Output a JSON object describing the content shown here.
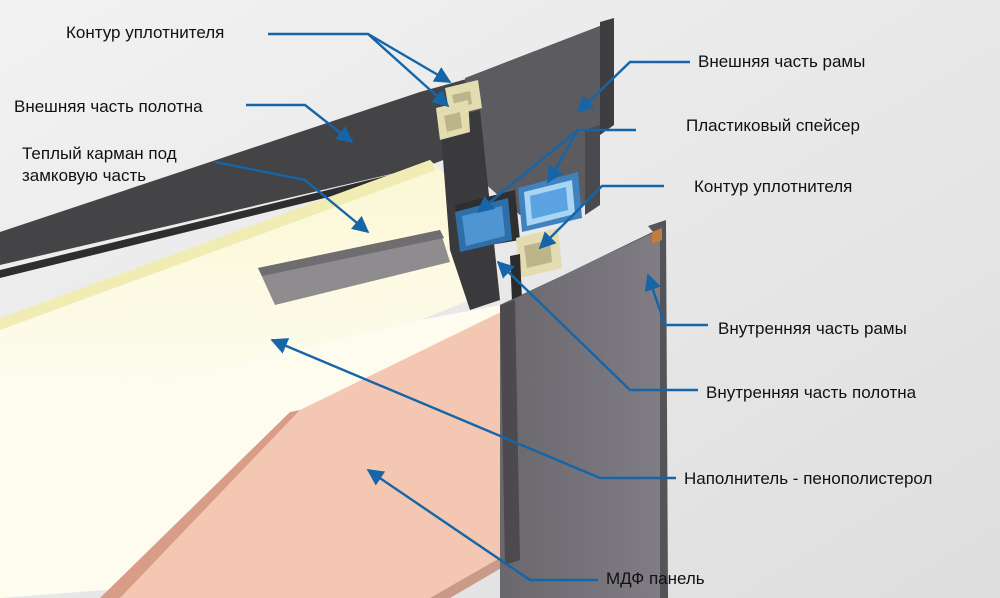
{
  "labels": {
    "seal_contour_top": "Контур уплотнителя",
    "outer_leaf": "Внешняя часть полотна",
    "warm_pocket_line1": "Теплый карман под",
    "warm_pocket_line2": "замковую часть",
    "outer_frame": "Внешняя часть рамы",
    "plastic_spacer": "Пластиковый спейсер",
    "seal_contour_right": "Контур уплотнителя",
    "inner_frame": "Внутренняя часть рамы",
    "inner_leaf": "Внутренняя часть полотна",
    "filler": "Наполнитель - пенополистерол",
    "mdf_panel": "МДФ панель"
  },
  "colors": {
    "background": "#e9e9e9",
    "steel_dark": "#444446",
    "steel_mid": "#5c5b5f",
    "steel_light": "#7b7880",
    "foam": "#fafae3",
    "foam_edge": "#f0ecb4",
    "mdf": "#f4c7b3",
    "mdf_edge": "#d89c87",
    "spacer": "#4f95d2",
    "seal": "#e2dcb0",
    "arrow": "#1565a8"
  }
}
